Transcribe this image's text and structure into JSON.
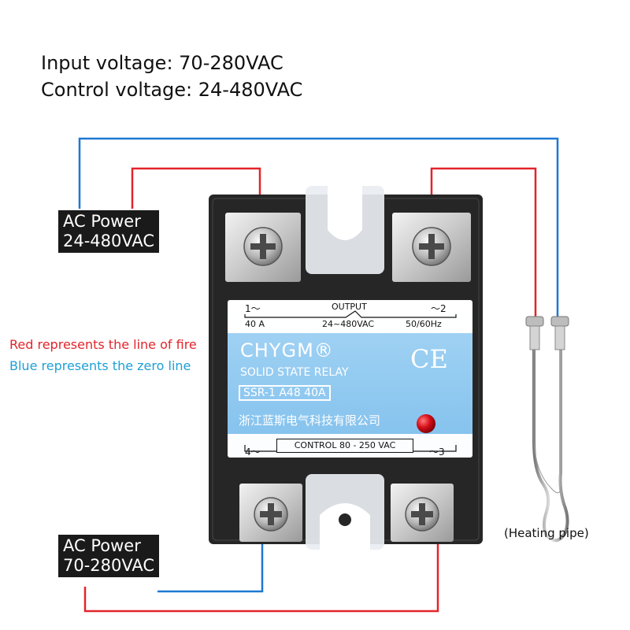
{
  "headings": {
    "input_voltage": "Input voltage: 70-280VAC",
    "control_voltage": "Control voltage: 24-480VAC"
  },
  "power_top": {
    "line1": "AC Power",
    "line2": "24-480VAC"
  },
  "power_bottom": {
    "line1": "AC Power",
    "line2": "70-280VAC"
  },
  "legend": {
    "red": "Red represents the line of fire",
    "blue": "Blue represents the zero line"
  },
  "heating_label": "(Heating pipe)",
  "relay": {
    "terminal_1": "1～",
    "terminal_2": "～2",
    "terminal_3": "～3",
    "terminal_4": "4～",
    "output_label": "OUTPUT",
    "output_current": "40 A",
    "output_voltage": "24~480VAC",
    "frequency": "50/60Hz",
    "brand": "CHYGM®",
    "subtitle": "SOLID STATE RELAY",
    "model": "SSR-1  A48  40A",
    "company": "浙江蓝斯电气科技有限公司",
    "ce_mark": "CE",
    "control": "CONTROL  80 - 250  VAC"
  },
  "colors": {
    "fire_line": "#e3242b",
    "zero_line": "#1e78d2",
    "label_blue": "#8ec8f0",
    "relay_body": "#262626",
    "indicator_led": "#d8101a"
  },
  "icons": [
    "screw-icon",
    "indicator-led",
    "heating-pipe"
  ]
}
